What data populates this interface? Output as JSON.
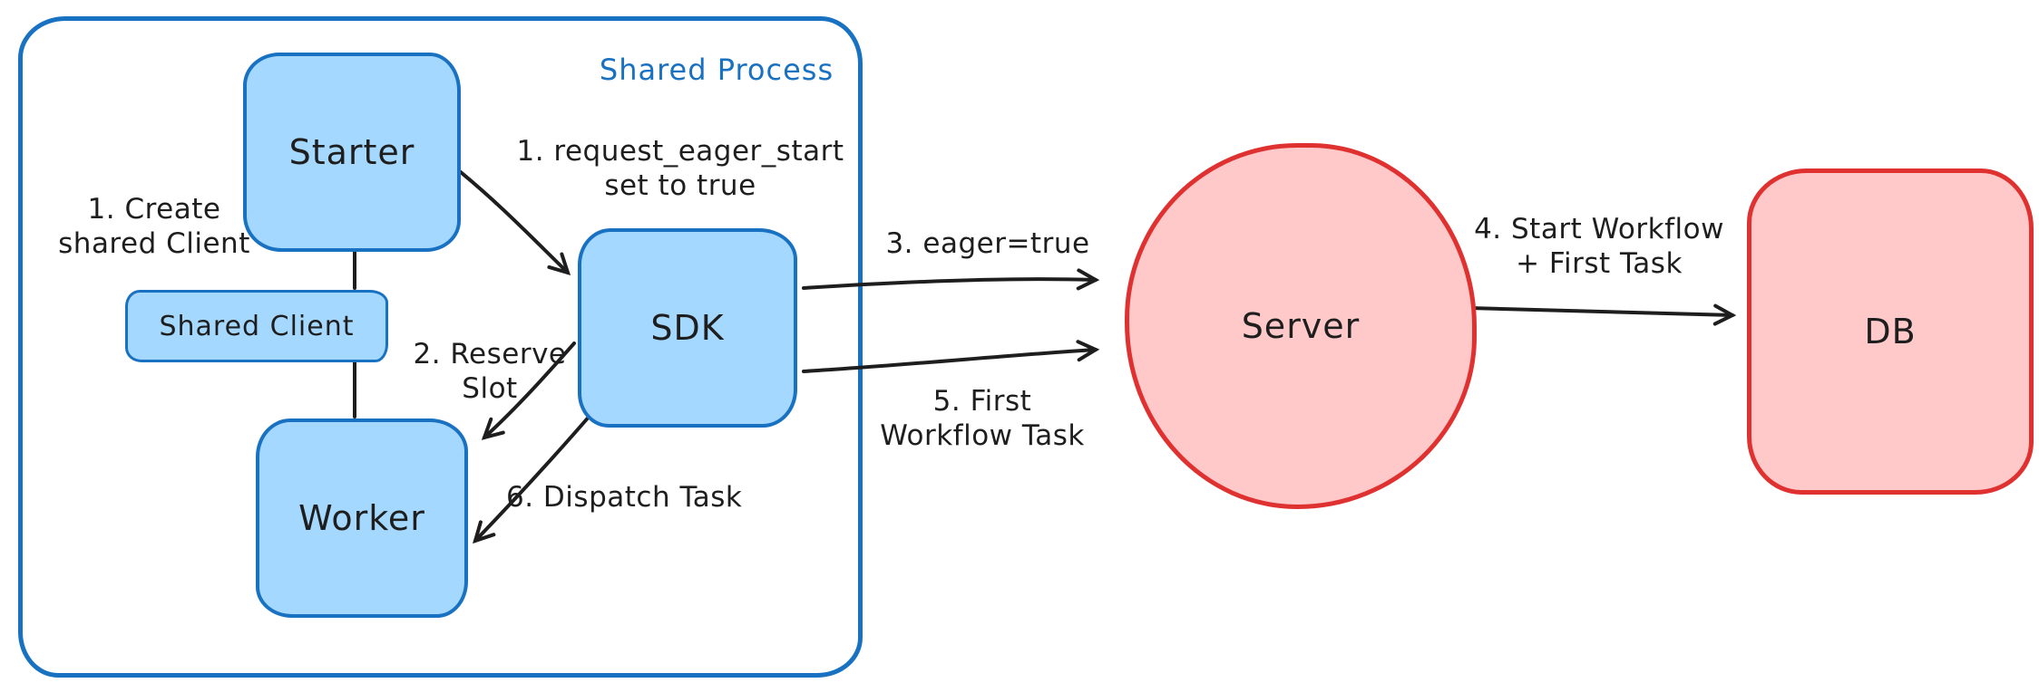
{
  "colors": {
    "blue_stroke": "#1971c2",
    "blue_fill": "#a5d8ff",
    "red_stroke": "#e03131",
    "red_fill": "#ffc9c9",
    "line": "#1e1e1e",
    "text": "#1e1e1e"
  },
  "diagram": {
    "group_title": "Shared Process",
    "nodes": {
      "starter": "Starter",
      "shared_client": "Shared Client",
      "worker": "Worker",
      "sdk": "SDK",
      "server": "Server",
      "db": "DB"
    },
    "edge_labels": {
      "create_shared_client": "1. Create\nshared Client",
      "request_eager_start": "1. request_eager_start\nset to true",
      "reserve_slot": "2. Reserve\nSlot",
      "eager_true": "3. eager=true",
      "start_workflow": "4. Start Workflow\n+ First Task",
      "first_workflow_task": "5. First\nWorkflow Task",
      "dispatch_task": "6. Dispatch Task"
    }
  }
}
